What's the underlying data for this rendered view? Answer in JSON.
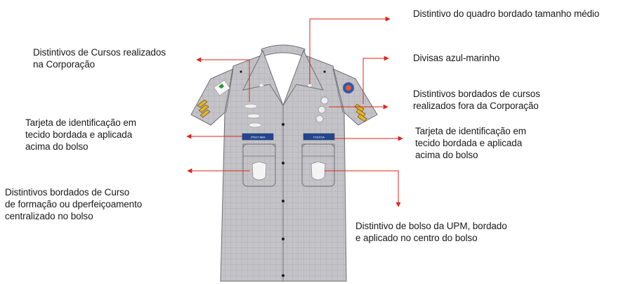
{
  "labels": {
    "quadro": "Distintivo do quadro bordado tamanho médio",
    "cursos_corp": "Distintivos de Cursos realizados\nna Corporação",
    "divisas": "Divisas azul-marinho",
    "cursos_fora": "Distintivos bordados de cursos\nrealizados  fora da Corporação",
    "tarjeta_left": "Tarjeta de identificação em\ntecido bordada e  aplicada\nacima do bolso",
    "tarjeta_right": "Tarjeta de identificação em\ntecido bordada e  aplicada\nacima do bolso",
    "formacao": "Distintivos bordados  de Curso\nde formação ou dperfeiçoamento\ncentralizado no bolso",
    "bolso_upm": "Distintivo de bolso da UPM, bordado\ne aplicado no centro do bolso"
  },
  "nametags": {
    "left": "2ºSGT ABA",
    "right": "POLÍCIA"
  },
  "colors": {
    "shirt": "#c4c4c8",
    "grid": "#a9a9ae",
    "outline": "#6e6e74",
    "arrow": "#e2231a",
    "nametag": "#24468f",
    "patch_green": "#1f9a3a"
  }
}
